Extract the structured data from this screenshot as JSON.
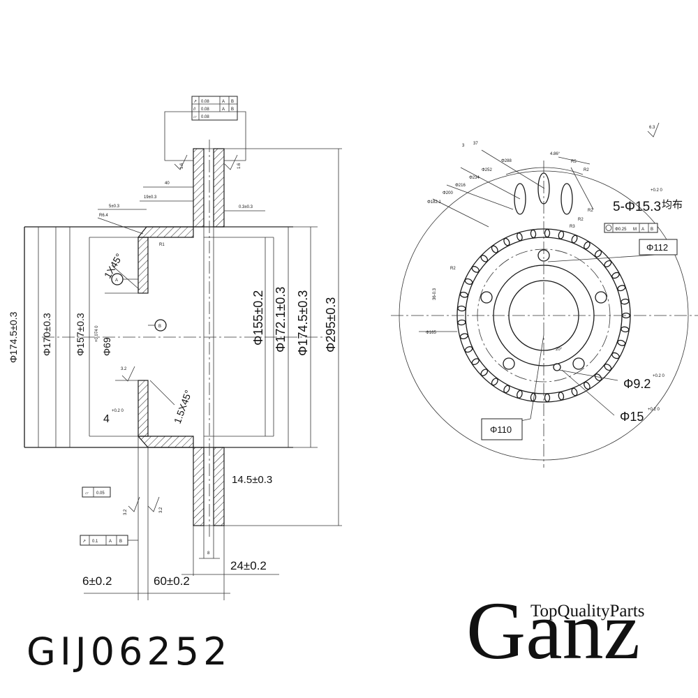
{
  "product": {
    "part_number": "GIJ06252",
    "brand": "Ganz",
    "brand_tagline": "TopQualityParts"
  },
  "section_view": {
    "dims": {
      "d174_5_left": "Φ174.5±0.3",
      "d170": "Φ170±0.3",
      "d157": "Φ157±0.3",
      "d69": "Φ69",
      "d69_tol": "+0.074 0",
      "d155": "Φ155±0.2",
      "d172_1": "Φ172.1±0.3",
      "d174_5_right": "Φ174.5±0.3",
      "d295": "Φ295±0.3",
      "chamfer_top": "1X45°",
      "chamfer_bottom": "1.5X45°",
      "step_4": "4",
      "step_4_tol": "+0.2 0",
      "thk_14_5": "14.5±0.3",
      "width_24": "24±0.2",
      "width_6": "6±0.2",
      "width_60": "60±0.2",
      "slot_8": "8",
      "r6_4": "R6.4",
      "r1": "R1",
      "d40": "40",
      "d19": "19±0.3",
      "d5": "5±0.3",
      "d0_3": "0.3±0.3",
      "rough_1_6a": "1.6",
      "rough_1_6b": "1.6",
      "rough_3_2a": "3.2",
      "rough_3_2b": "3.2",
      "rough_3_2c": "3.2",
      "datum_a": "A",
      "datum_b": "B"
    },
    "tolerance_frame_top": [
      {
        "sym": "↗",
        "val": "0.08",
        "d1": "A",
        "d2": "B"
      },
      {
        "sym": "//",
        "val": "0.08",
        "d1": "A",
        "d2": "B"
      },
      {
        "sym": "▱",
        "val": "0.08"
      }
    ],
    "flatness_frame": {
      "sym": "▱",
      "val": "0.05"
    },
    "runout_frame": {
      "sym": "↗",
      "val": "0.1",
      "d1": "A",
      "d2": "B"
    }
  },
  "face_view": {
    "dims": {
      "holes": "5-Φ15.3",
      "holes_tol": "+0.2 0",
      "holes_note": "均布",
      "d112": "Φ112",
      "d110": "Φ110",
      "d9_2": "Φ9.2",
      "d9_2_tol": "+0.2 0",
      "d15": "Φ15",
      "d15_tol": "+0.2 0",
      "rough_6_3": "6.3",
      "pos_val": "Φ0.25",
      "pos_mod": "M",
      "pos_d1": "A",
      "pos_d2": "B",
      "d288": "Φ288",
      "d252": "Φ252",
      "d234": "Φ234",
      "d216": "Φ216",
      "d200": "Φ200",
      "d182_1": "Φ182.1",
      "d165": "Φ165",
      "ang_4_86": "4.86°",
      "ang_20": "20°",
      "r5": "R5",
      "r2a": "R2",
      "r2b": "R2",
      "r3": "R3",
      "r2c": "R2",
      "r2d": "R2",
      "n3": "3",
      "n37": "37",
      "n36": "36-0.3"
    }
  }
}
